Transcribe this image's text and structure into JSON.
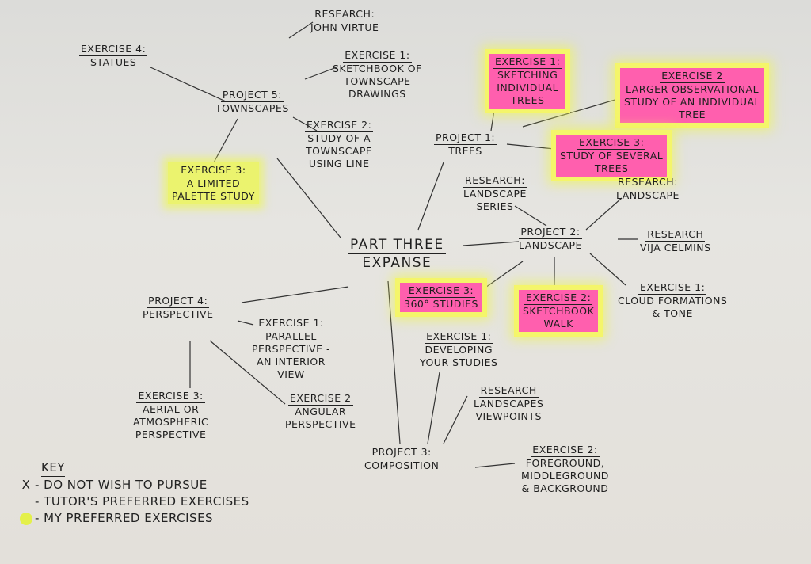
{
  "colors": {
    "tutor_highlight": "#ff5fae",
    "my_highlight": "#eaf35a",
    "ink": "#1e1e1e"
  },
  "nodes": [
    {
      "id": "research-john-virtue",
      "heading": "Research:",
      "lines": [
        "John Virtue"
      ],
      "highlight": "none"
    },
    {
      "id": "exercise-4-statues",
      "heading": "Exercise 4:",
      "lines": [
        "Statues"
      ],
      "highlight": "none"
    },
    {
      "id": "p5-exercise-1",
      "heading": "Exercise 1:",
      "lines": [
        "Sketchbook of",
        "townscape",
        "drawings"
      ],
      "highlight": "none"
    },
    {
      "id": "project-5",
      "heading": "Project 5:",
      "lines": [
        "Townscapes"
      ],
      "highlight": "none"
    },
    {
      "id": "p5-exercise-2",
      "heading": "Exercise 2:",
      "lines": [
        "Study of a",
        "townscape",
        "using line"
      ],
      "highlight": "none"
    },
    {
      "id": "p5-exercise-3",
      "heading": "Exercise 3:",
      "lines": [
        "A limited",
        "palette study"
      ],
      "highlight": "yellow"
    },
    {
      "id": "project-1",
      "heading": "Project 1:",
      "lines": [
        "Trees"
      ],
      "highlight": "none"
    },
    {
      "id": "p1-exercise-1",
      "heading": "Exercise 1:",
      "lines": [
        "Sketching",
        "individual",
        "trees"
      ],
      "highlight": "pink"
    },
    {
      "id": "p1-exercise-2",
      "heading": "Exercise 2",
      "lines": [
        "Larger observational",
        "study of an individual",
        "tree"
      ],
      "highlight": "pink"
    },
    {
      "id": "p1-exercise-3",
      "heading": "Exercise 3:",
      "lines": [
        "Study of several",
        "trees"
      ],
      "highlight": "pink"
    },
    {
      "id": "research-landscape-series",
      "heading": "Research:",
      "lines": [
        "Landscape",
        "series"
      ],
      "highlight": "none"
    },
    {
      "id": "research-landscape",
      "heading": "Research:",
      "lines": [
        "Landscape"
      ],
      "highlight": "none"
    },
    {
      "id": "part-three",
      "heading": "Part Three",
      "lines": [
        "Expanse"
      ],
      "highlight": "none"
    },
    {
      "id": "project-2",
      "heading": "Project 2:",
      "lines": [
        "Landscape"
      ],
      "highlight": "none"
    },
    {
      "id": "research-vija-celmins",
      "heading": "Research",
      "lines": [
        "Vija Celmins"
      ],
      "highlight": "none"
    },
    {
      "id": "p2-exercise-3",
      "heading": "Exercise 3:",
      "lines": [
        "360° studies"
      ],
      "highlight": "pink"
    },
    {
      "id": "p2-exercise-2",
      "heading": "Exercise 2:",
      "lines": [
        "Sketchbook",
        "walk"
      ],
      "highlight": "pink"
    },
    {
      "id": "p2-exercise-1",
      "heading": "Exercise 1:",
      "lines": [
        "Cloud formations",
        "& tone"
      ],
      "highlight": "none"
    },
    {
      "id": "project-4",
      "heading": "Project 4:",
      "lines": [
        "Perspective"
      ],
      "highlight": "none"
    },
    {
      "id": "p4-exercise-1",
      "heading": "Exercise 1:",
      "lines": [
        "Parallel",
        "perspective -",
        "an interior",
        "view"
      ],
      "highlight": "none"
    },
    {
      "id": "p3-exercise-1",
      "heading": "Exercise 1:",
      "lines": [
        "Developing",
        "your studies"
      ],
      "highlight": "none"
    },
    {
      "id": "research-landscapes-viewpoints",
      "heading": "Research",
      "lines": [
        "Landscapes",
        "viewpoints"
      ],
      "highlight": "none"
    },
    {
      "id": "p4-exercise-3",
      "heading": "Exercise 3:",
      "lines": [
        "Aerial or",
        "atmospheric",
        "perspective"
      ],
      "highlight": "none"
    },
    {
      "id": "p4-exercise-2",
      "heading": "Exercise 2",
      "lines": [
        "Angular",
        "perspective"
      ],
      "highlight": "none"
    },
    {
      "id": "project-3",
      "heading": "Project 3:",
      "lines": [
        "Composition"
      ],
      "highlight": "none"
    },
    {
      "id": "p3-exercise-2",
      "heading": "Exercise 2:",
      "lines": [
        "Foreground,",
        "middleground",
        "& background"
      ],
      "highlight": "none"
    }
  ],
  "key": {
    "title": "Key",
    "items": [
      {
        "symbol": "X",
        "label": "- Do not wish to pursue"
      },
      {
        "symbol": "",
        "label": "- Tutor's preferred exercises"
      },
      {
        "symbol": "",
        "label": "- My preferred exercises"
      }
    ]
  }
}
